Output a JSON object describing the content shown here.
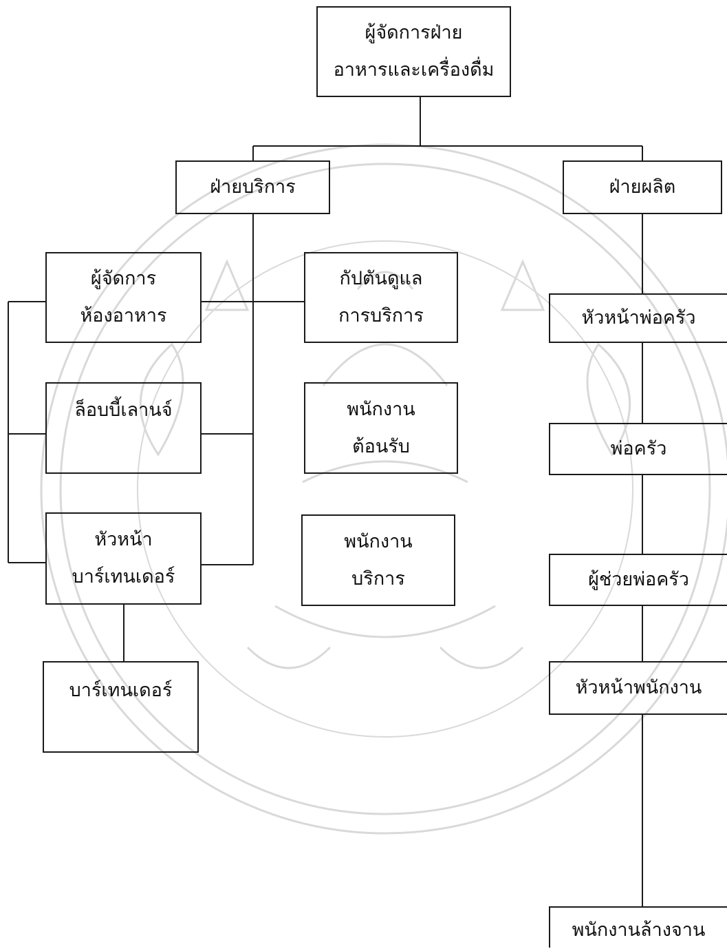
{
  "diagram": {
    "nodes": [
      {
        "id": "fb_manager",
        "lines": [
          "ผู้จัดการฝ่าย",
          "อาหารและเครื่องดื่ม"
        ]
      },
      {
        "id": "service_dept",
        "lines": [
          "ฝ่ายบริการ"
        ]
      },
      {
        "id": "production_dept",
        "lines": [
          "ฝ่ายผลิต"
        ]
      },
      {
        "id": "restaurant_manager",
        "lines": [
          "ผู้จัดการ",
          "ห้องอาหาร"
        ]
      },
      {
        "id": "lobby_lounge",
        "lines": [
          "ล็อบบี้เลานจ์"
        ]
      },
      {
        "id": "head_bartender",
        "lines": [
          "หัวหน้า",
          "บาร์เทนเดอร์"
        ]
      },
      {
        "id": "bartender",
        "lines": [
          "บาร์เทนเดอร์"
        ]
      },
      {
        "id": "captain",
        "lines": [
          "กัปตันดูแล",
          "การบริการ"
        ]
      },
      {
        "id": "receptionist",
        "lines": [
          "พนักงาน",
          "ต้อนรับ"
        ]
      },
      {
        "id": "service_staff",
        "lines": [
          "พนักงาน",
          "บริการ"
        ]
      },
      {
        "id": "head_chef",
        "lines": [
          "หัวหน้าพ่อครัว"
        ]
      },
      {
        "id": "chef",
        "lines": [
          "พ่อครัว"
        ]
      },
      {
        "id": "assistant_chef",
        "lines": [
          "ผู้ช่วยพ่อครัว"
        ]
      },
      {
        "id": "head_staff",
        "lines": [
          "หัวหน้าพนักงาน"
        ]
      },
      {
        "id": "dishwasher",
        "lines": [
          "พนักงานล้างจาน"
        ]
      }
    ],
    "edges": [
      [
        "fb_manager",
        "service_dept"
      ],
      [
        "fb_manager",
        "production_dept"
      ],
      [
        "service_dept",
        "restaurant_manager"
      ],
      [
        "service_dept",
        "lobby_lounge"
      ],
      [
        "service_dept",
        "head_bartender"
      ],
      [
        "service_dept",
        "captain"
      ],
      [
        "restaurant_manager",
        "lobby_lounge"
      ],
      [
        "restaurant_manager",
        "head_bartender"
      ],
      [
        "head_bartender",
        "bartender"
      ],
      [
        "production_dept",
        "head_chef"
      ],
      [
        "head_chef",
        "chef"
      ],
      [
        "chef",
        "assistant_chef"
      ],
      [
        "assistant_chef",
        "head_staff"
      ],
      [
        "head_staff",
        "dishwasher"
      ]
    ]
  }
}
